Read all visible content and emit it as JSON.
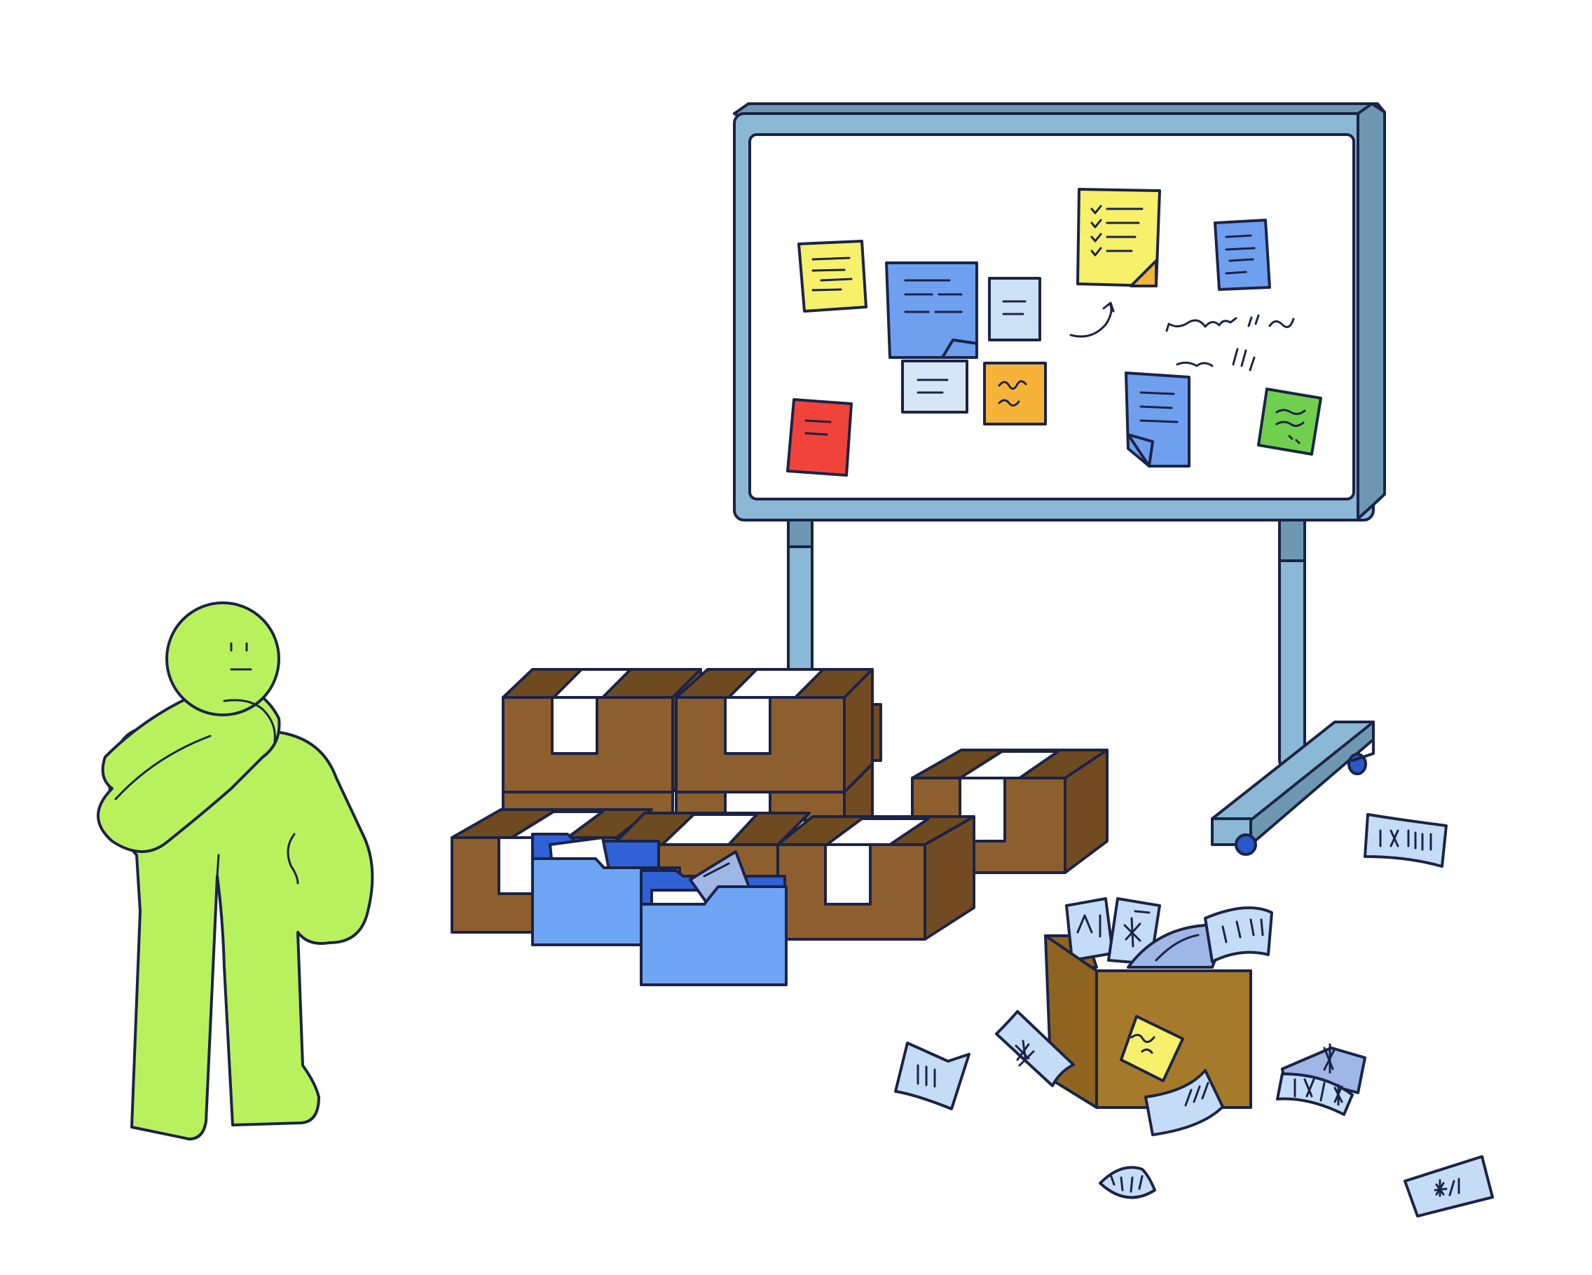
{
  "scene": {
    "description_free": true,
    "figure": {
      "body_color": "#b9f15e",
      "pose": "hand-on-chin"
    },
    "board": {
      "frame_color": "#8bb8d4",
      "frame_dark": "#6e98b2",
      "surface_color": "#ffffff",
      "wheel_color": "#2a58c9"
    },
    "notes": [
      {
        "id": "note-yellow-lined",
        "color": "#f6f06a"
      },
      {
        "id": "note-blue-large",
        "color": "#6f9fef"
      },
      {
        "id": "note-lightblue-small",
        "color": "#cde1f5"
      },
      {
        "id": "note-yellow-checklist",
        "color": "#f6f06a",
        "corner": "#f0b43a"
      },
      {
        "id": "note-blue-lined",
        "color": "#6f9fef"
      },
      {
        "id": "note-lightblue-card",
        "color": "#d6e6f7"
      },
      {
        "id": "note-orange",
        "color": "#f6b33a"
      },
      {
        "id": "note-red",
        "color": "#f0443a"
      },
      {
        "id": "note-blue-curled",
        "color": "#6f9fef"
      },
      {
        "id": "note-green",
        "color": "#71cf4e"
      }
    ],
    "boxes": {
      "top_color": "#6e4a20",
      "front_color": "#8e5f2e",
      "side_color": "#734b22",
      "tape_color": "#ffffff"
    },
    "folders": {
      "front_color": "#6fa5f5",
      "back_color": "#3061d5"
    },
    "receipts": {
      "color": "#c5dcf7",
      "dark_color": "#9fb6e6"
    },
    "bin": {
      "front_color": "#a57a2a",
      "side_color": "#8e6420",
      "sticker_color": "#f6f06a"
    }
  }
}
